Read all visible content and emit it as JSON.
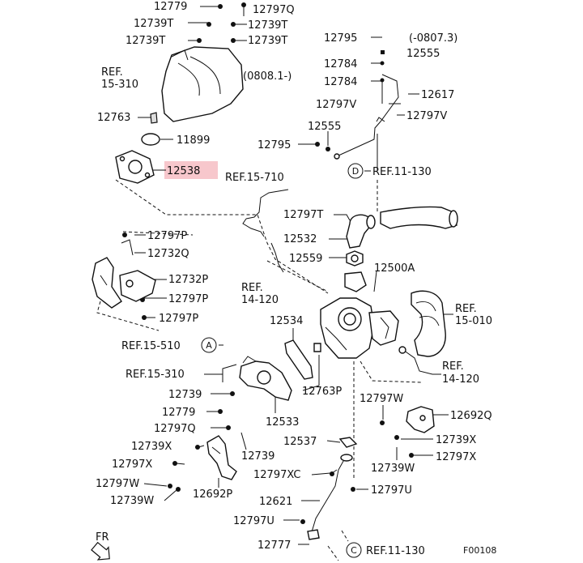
{
  "labels": {
    "p12779_a": "12779",
    "p12797q_a": "12797Q",
    "p12739t_a": "12739T",
    "p12739t_b": "12739T",
    "p12739t_c": "12739T",
    "p12739t_d": "12739T",
    "ref15_310_a1": "REF.",
    "ref15_310_a2": "15-310",
    "p12763": "12763",
    "p11899": "11899",
    "p12538": "12538",
    "date_0808": "(0808.1-)",
    "p12795_a": "12795",
    "date_0807": "(-0807.3)",
    "p12555_a": "12555",
    "p12784_a": "12784",
    "p12784_b": "12784",
    "p12617": "12617",
    "p12797v_a": "12797V",
    "p12797v_b": "12797V",
    "p12555_b": "12555",
    "p12795_b": "12795",
    "ref11_130_d": "REF.11-130",
    "circle_d": "D",
    "ref15_710": "REF.15-710",
    "p12797t": "12797T",
    "p12532": "12532",
    "p12797p_a": "12797P",
    "p12732q": "12732Q",
    "p12732p": "12732P",
    "p12797p_b": "12797P",
    "p12797p_c": "12797P",
    "p12559": "12559",
    "p12500a": "12500A",
    "ref14_120_a1": "REF.",
    "ref14_120_a2": "14-120",
    "ref15_010_1": "REF.",
    "ref15_010_2": "15-010",
    "p12534": "12534",
    "ref15_510": "REF.15-510",
    "circle_a": "A",
    "ref15_310_b": "REF.15-310",
    "ref14_120_b1": "REF.",
    "ref14_120_b2": "14-120",
    "p12739_a": "12739",
    "p12763p": "12763P",
    "p12779_b": "12779",
    "p12797w_a": "12797W",
    "p12533": "12533",
    "p12692q": "12692Q",
    "p12797q_b": "12797Q",
    "p12739": "12739",
    "p12537": "12537",
    "p12739x_a": "12739X",
    "p12739x_b": "12739X",
    "p12797x_a": "12797X",
    "p12797x_b": "12797X",
    "p12739w_a": "12739W",
    "p12797xc": "12797XC",
    "p12797w_b": "12797W",
    "p12797u_a": "12797U",
    "p12739w_b": "12739W",
    "p12692p": "12692P",
    "p12621": "12621",
    "p12797u_b": "12797U",
    "p12777": "12777",
    "ref11_130_c": "REF.11-130",
    "circle_c": "C",
    "fr": "FR",
    "figure_code": "F00108"
  },
  "colors": {
    "highlight": "#f7c7cc",
    "ink": "#111111"
  }
}
